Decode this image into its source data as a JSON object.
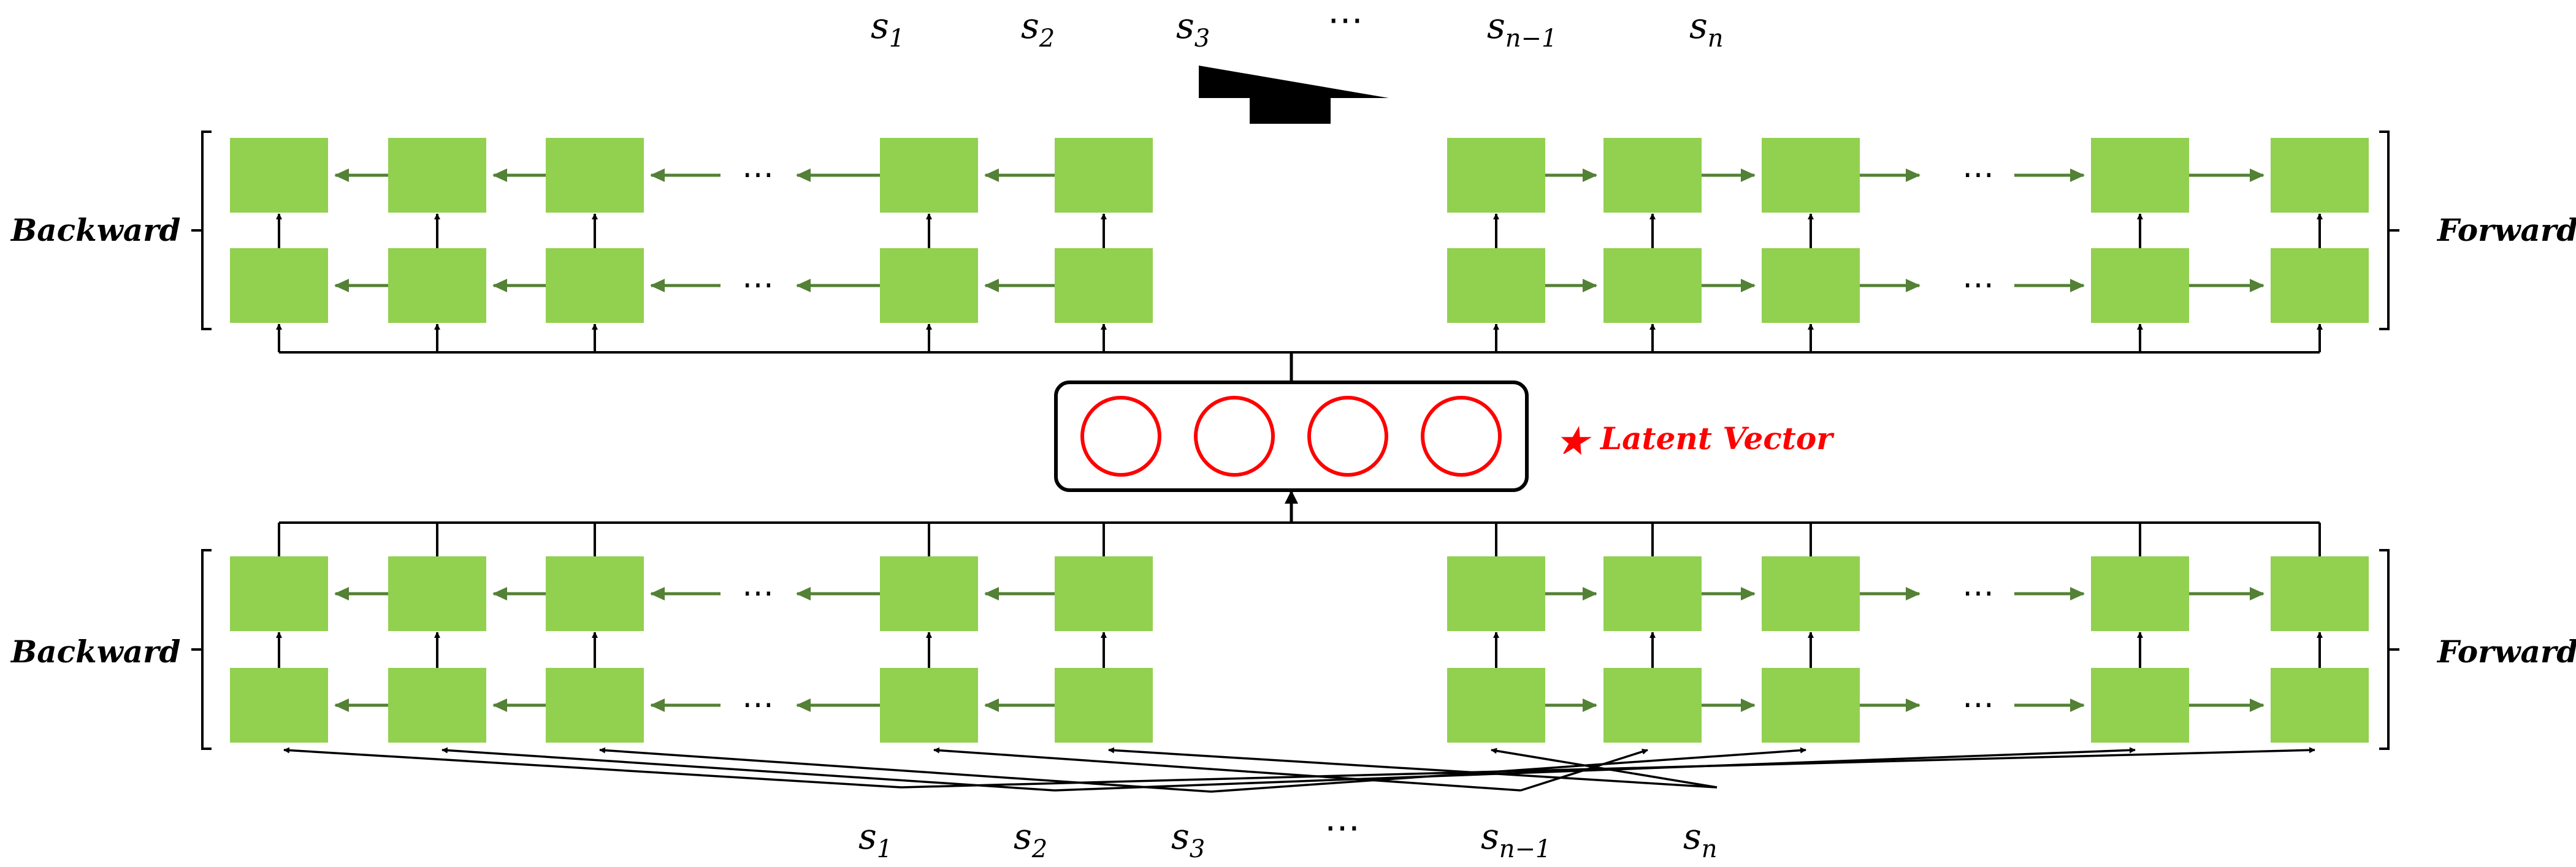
{
  "labels": {
    "backward": "Backward",
    "forward": "Forward",
    "latent_vector": "Latent Vector",
    "star": "★"
  },
  "ellipsis": "⋯",
  "output_tokens": [
    {
      "base": "s",
      "sub": "1"
    },
    {
      "base": "s",
      "sub": "2"
    },
    {
      "base": "s",
      "sub": "3"
    },
    {
      "base": "s",
      "sub": "n−1"
    },
    {
      "base": "s",
      "sub": "n"
    }
  ],
  "input_tokens": [
    {
      "base": "s",
      "sub": "1"
    },
    {
      "base": "s",
      "sub": "2"
    },
    {
      "base": "s",
      "sub": "3"
    },
    {
      "base": "s",
      "sub": "n−1"
    },
    {
      "base": "s",
      "sub": "n"
    }
  ],
  "latent_units": 4,
  "colors": {
    "cell_fill": "#92d050",
    "recurrent_arrow": "#538135",
    "line": "#000000",
    "latent": "#ff0000"
  }
}
